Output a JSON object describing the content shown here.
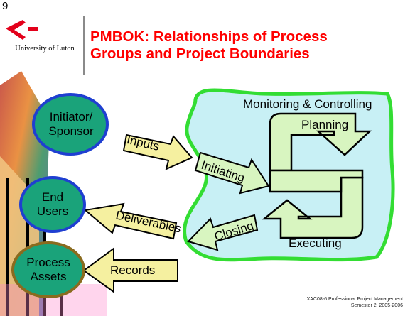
{
  "slide_number": "9",
  "logo": {
    "institution": "University of Luton"
  },
  "title": {
    "line1": "PMBOK: Relationships of Process",
    "line2": "Groups and Project Boundaries"
  },
  "nodes": {
    "initiator": {
      "line1": "Initiator/",
      "line2": "Sponsor"
    },
    "end_users": {
      "line1": "End",
      "line2": "Users"
    },
    "process_assets": {
      "line1": "Process",
      "line2": "Assets"
    }
  },
  "arrows": {
    "inputs": "Inputs",
    "initiating": "Initiating",
    "deliverables": "Deliverables",
    "records": "Records",
    "closing": "Closing"
  },
  "cycle": {
    "boundary_label": "Monitoring & Controlling",
    "planning": "Planning",
    "executing": "Executing"
  },
  "footer": {
    "line1": "XAC08-6 Professional Project Management",
    "line2": "Semester 2, 2005-2006"
  },
  "colors": {
    "title": "#ff0000",
    "node_fill": "#1aa37a",
    "node_border": "#1f3fd1",
    "boundary_fill": "#c8f0f5",
    "boundary_stroke": "#33dd33",
    "arrow_yellow": "#f5f0a0",
    "arrow_green": "#d8f5c0"
  }
}
